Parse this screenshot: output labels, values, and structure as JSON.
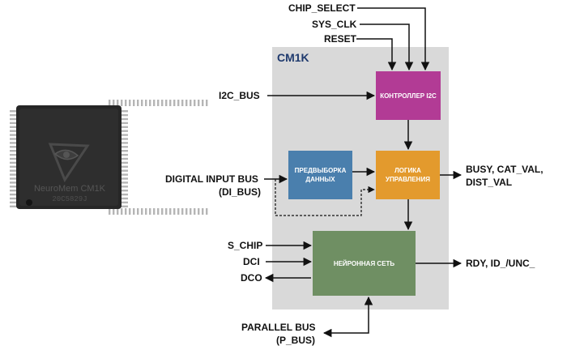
{
  "chip": {
    "marking_line1": "NeuroMem CM1K",
    "marking_line2": "20C5829J"
  },
  "diagram": {
    "title": "CM1K",
    "blocks": {
      "i2c_controller": "КОНТРОЛЛЕР I2C",
      "prefetch_line1": "ПРЕДВЫБОРКА",
      "prefetch_line2": "ДАННЫХ",
      "control_logic_line1": "ЛОГИКА",
      "control_logic_line2": "УПРАВЛЕНИЯ",
      "neural_network": "НЕЙРОННАЯ СЕТЬ"
    },
    "signals": {
      "chip_select": "CHIP_SELECT",
      "sys_clk": "SYS_CLK",
      "reset": "RESET",
      "i2c_bus": "I2C_BUS",
      "digital_input_bus_line1": "DIGITAL INPUT BUS",
      "digital_input_bus_line2": "(DI_BUS)",
      "busy_line1": "BUSY, CAT_VAL,",
      "busy_line2": "DIST_VAL",
      "s_chip": "S_CHIP",
      "dci": "DCI",
      "dco": "DCO",
      "rdy": "RDY, ID_/UNC_",
      "parallel_bus_line1": "PARALLEL BUS",
      "parallel_bus_line2": "(P_BUS)"
    },
    "colors": {
      "chip_area": "#d9d9d9",
      "title": "#1f3a6e",
      "i2c_block": "#b23b95",
      "prefetch_block": "#4a7fad",
      "logic_block": "#e39a2d",
      "neural_block": "#6f8f63"
    }
  }
}
